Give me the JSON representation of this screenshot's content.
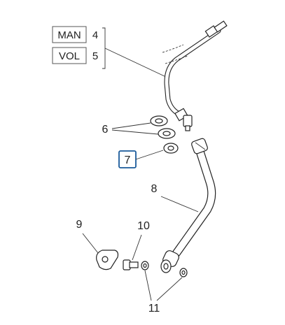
{
  "legend": {
    "man_label": "MAN",
    "man_number": "4",
    "vol_label": "VOL",
    "vol_number": "5"
  },
  "callouts": {
    "c6": "6",
    "c7": "7",
    "c8": "8",
    "c9": "9",
    "c10": "10",
    "c11": "11"
  },
  "colors": {
    "highlight": "#1a5a9a",
    "line": "#222222"
  }
}
